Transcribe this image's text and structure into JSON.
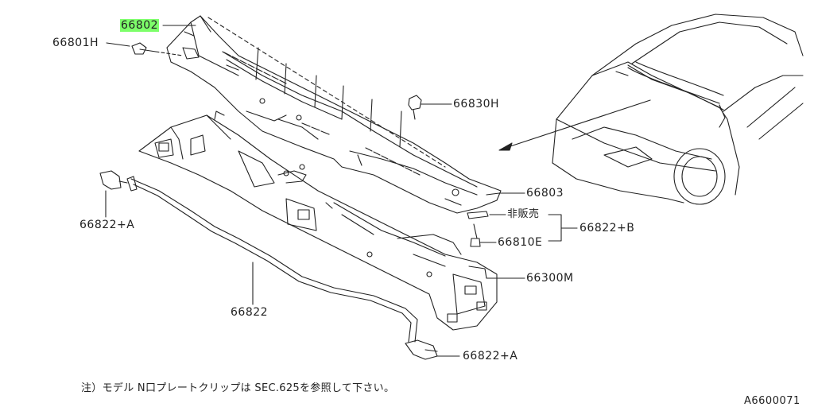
{
  "labels": {
    "p66802": "66802",
    "p66801H": "66801H",
    "p66830H": "66830H",
    "p66803": "66803",
    "p_not_sold": "非販売",
    "p66810E": "66810E",
    "p66822B": "66822+B",
    "p66822A_left": "66822+A",
    "p66300M": "66300M",
    "p66822": "66822",
    "p66822A_bottom": "66822+A"
  },
  "note": "注）モデル N口プレートクリップは SEC.625を参照して下さい。",
  "diagram_id": "A6600071",
  "colors": {
    "ink": "#222222",
    "highlight": "#7dff6a"
  }
}
